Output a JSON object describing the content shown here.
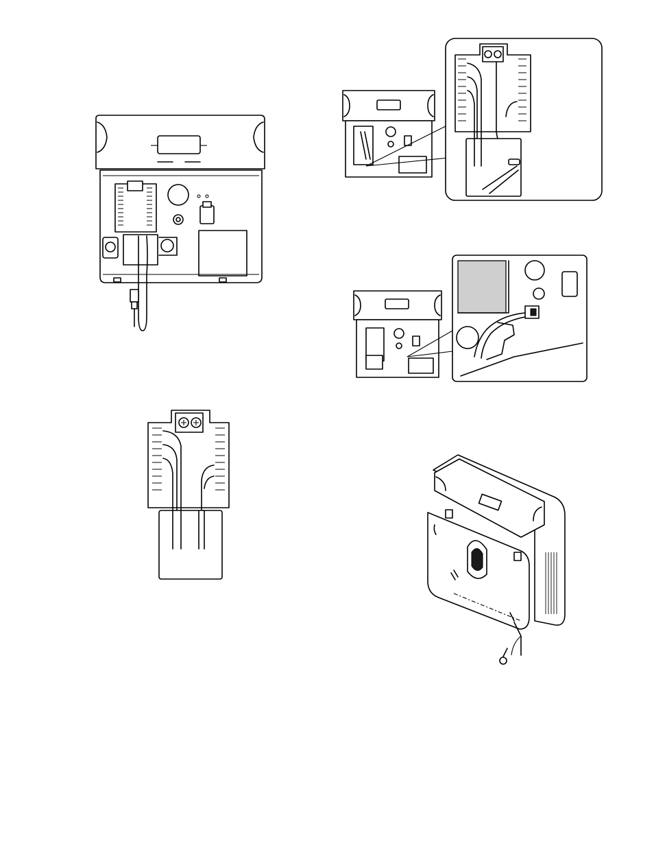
{
  "figures": [
    {
      "id": "unit-with-cable-view"
    },
    {
      "id": "terminal-block-detail"
    },
    {
      "id": "unit-with-wiring-inset"
    },
    {
      "id": "unit-with-connector-inset"
    },
    {
      "id": "front-cover-attachment"
    }
  ],
  "colors": {
    "line": "#000000",
    "background": "#ffffff",
    "shade": "#cfcfcf"
  }
}
